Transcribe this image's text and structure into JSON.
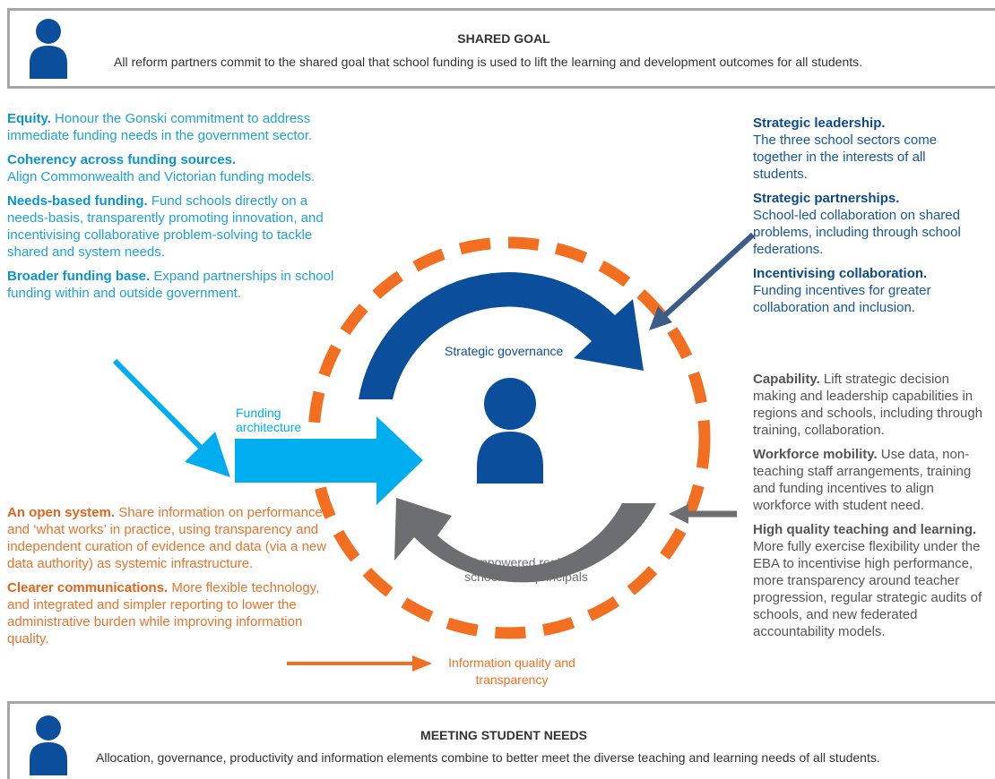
{
  "shared_goal": {
    "title": "SHARED GOAL",
    "text": "All reform partners commit to the shared goal that school funding is used to lift the learning and development outcomes for all students."
  },
  "meeting_needs": {
    "title": "MEETING STUDENT NEEDS",
    "text": "Allocation, governance, productivity and information elements combine to better meet the diverse teaching and learning needs of all students."
  },
  "funding": [
    {
      "heading": "Equity.",
      "body": " Honour the Gonski commitment to address immediate funding needs in the government sector."
    },
    {
      "heading": "Coherency across funding sources.",
      "body": "Align Commonwealth and Victorian funding models."
    },
    {
      "heading": "Needs-based funding.",
      "body": " Fund schools directly on a needs-basis, transparently promoting innovation, and incentivising collaborative problem-solving to tackle shared and system needs."
    },
    {
      "heading": "Broader funding base.",
      "body": " Expand partnerships in school funding within and outside government."
    }
  ],
  "governance": [
    {
      "heading": "Strategic leadership.",
      "body": "The three school sectors come together in the interests of all students."
    },
    {
      "heading": "Strategic partnerships.",
      "body": "School-led collaboration on shared problems, including through school federations."
    },
    {
      "heading": "Incentivising collaboration.",
      "body": "Funding incentives for greater collaboration and inclusion."
    }
  ],
  "workforce": [
    {
      "heading": "Capability.",
      "body": " Lift strategic decision making and leadership capabilities in regions and schools, including through training, collaboration."
    },
    {
      "heading": "Workforce mobility.",
      "body": " Use data, non-teaching staff arrangements, training and funding incentives to align workforce with student need."
    },
    {
      "heading": "High quality teaching and learning.",
      "body": "More fully exercise flexibility under the EBA to incentivise high performance, more transparency around teacher progression, regular strategic audits of schools, and new federated accountability models."
    }
  ],
  "information": [
    {
      "heading": "An open system.",
      "body": " Share information on performance and ‘what works’ in practice, using transparency and independent curation of evidence and data (via a new data authority) as systemic infrastructure."
    },
    {
      "heading": "Clearer communications.",
      "body": " More flexible technology, and integrated and simpler reporting to lower the administrative burden while improving information quality."
    }
  ],
  "diagram_labels": {
    "strategic_governance": "Strategic governance",
    "funding_architecture": "Funding architecture",
    "empowered": "Empowered regions, schools and principals",
    "information_quality": "Information quality and transparency"
  },
  "colors": {
    "navy": "#0b4f9c",
    "cyan": "#00aeef",
    "grey": "#6d6e71",
    "orange": "#f26f21",
    "box_border": "#a6a6a6"
  }
}
